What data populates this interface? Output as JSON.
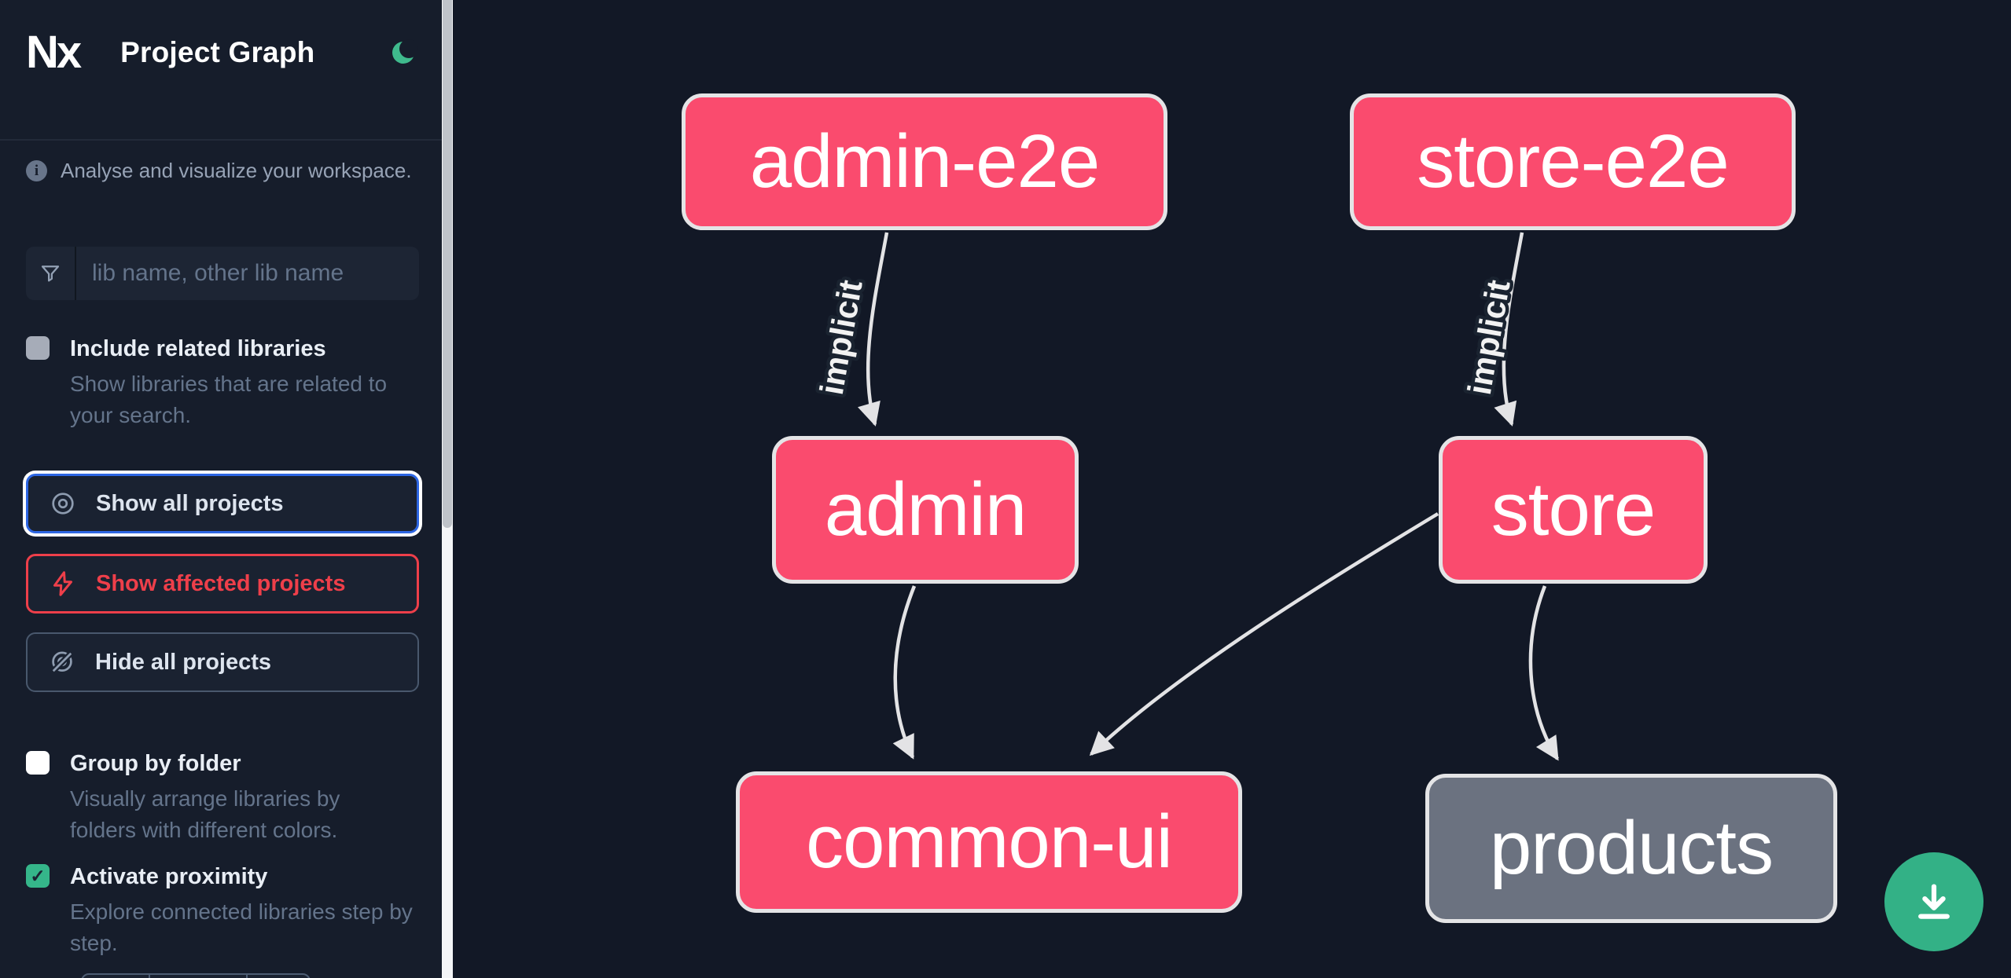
{
  "header": {
    "title": "Project Graph",
    "logo_text": "Nx"
  },
  "sidebar": {
    "tagline": "Analyse and visualize your workspace.",
    "search": {
      "placeholder": "lib name, other lib name",
      "value": ""
    },
    "options": [
      {
        "label": "Include related libraries",
        "description": "Show libraries that are related to your search.",
        "checked": false,
        "disabled": true
      },
      {
        "label": "Group by folder",
        "description": "Visually arrange libraries by folders with different colors.",
        "checked": false,
        "disabled": false
      },
      {
        "label": "Activate proximity",
        "description": "Explore connected libraries step by step.",
        "checked": true,
        "disabled": false
      }
    ],
    "checkmark": "✓",
    "actions": [
      {
        "label": "Show all projects",
        "icon": "eye-icon",
        "state": "focused"
      },
      {
        "label": "Show affected projects",
        "icon": "bolt-icon",
        "state": "affected"
      },
      {
        "label": "Hide all projects",
        "icon": "eye-off-icon",
        "state": "default"
      }
    ]
  },
  "graph": {
    "nodes": [
      {
        "id": "admin-e2e",
        "label": "admin-e2e",
        "type": "affected"
      },
      {
        "id": "store-e2e",
        "label": "store-e2e",
        "type": "affected"
      },
      {
        "id": "admin",
        "label": "admin",
        "type": "affected"
      },
      {
        "id": "store",
        "label": "store",
        "type": "affected"
      },
      {
        "id": "common-ui",
        "label": "common-ui",
        "type": "affected"
      },
      {
        "id": "products",
        "label": "products",
        "type": "normal"
      }
    ],
    "edges": [
      {
        "from": "admin-e2e",
        "to": "admin",
        "label": "implicit"
      },
      {
        "from": "store-e2e",
        "to": "store",
        "label": "implicit"
      },
      {
        "from": "admin",
        "to": "common-ui",
        "label": ""
      },
      {
        "from": "store",
        "to": "common-ui",
        "label": ""
      },
      {
        "from": "store",
        "to": "products",
        "label": ""
      }
    ]
  },
  "fab": {
    "icon": "download-icon"
  },
  "colors": {
    "affected_node": "#fa4b6e",
    "normal_node": "#6b7280",
    "node_border": "#e4e4e6",
    "edge": "#e3e3e5",
    "accent_green": "#33b186",
    "focus_blue": "#2d66e3",
    "alert_red": "#ee3f4a",
    "canvas_bg": "#121826",
    "sidebar_bg": "#161d2b"
  }
}
